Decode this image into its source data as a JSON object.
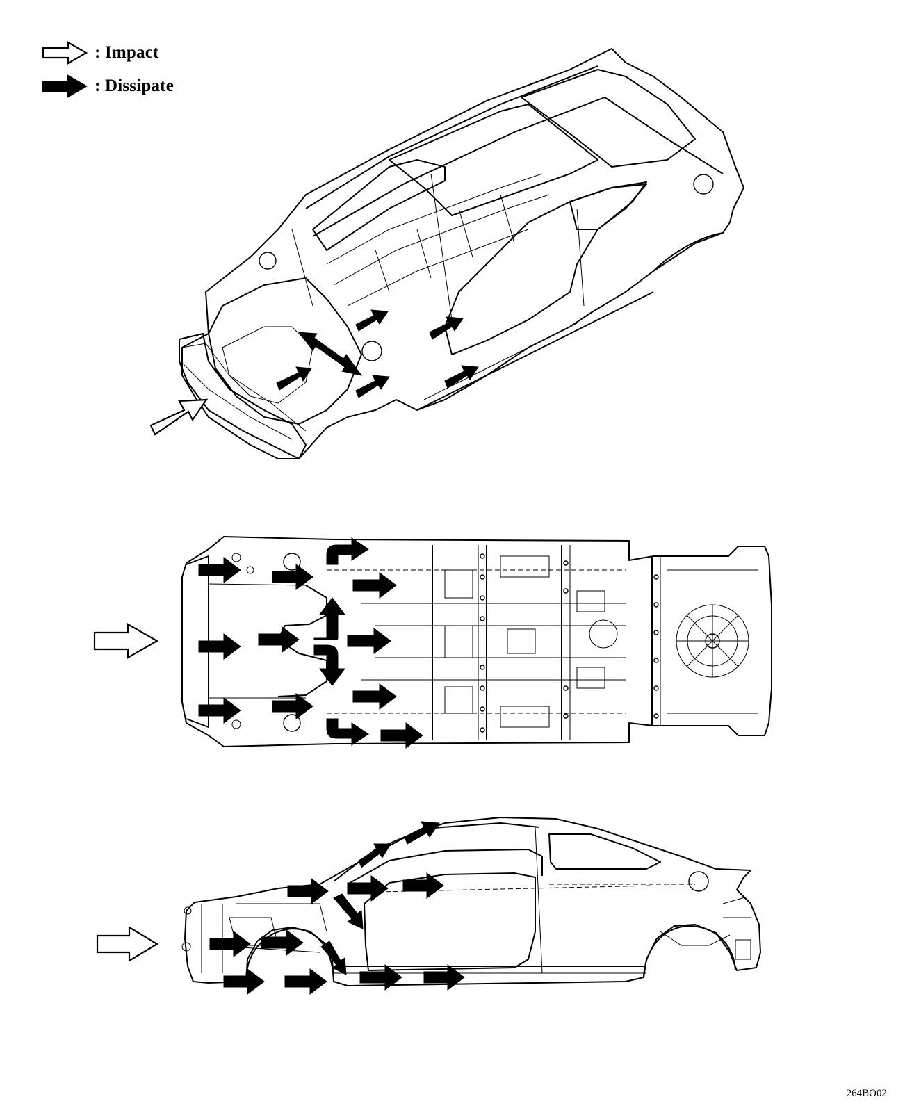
{
  "legend": {
    "impact_label": ":  Impact",
    "dissipate_label": ":  Dissipate",
    "impact_symbol": "hollow-arrow-icon",
    "dissipate_symbol": "solid-arrow-icon"
  },
  "figure_code": "264BO02",
  "colors": {
    "stroke": "#000000",
    "background": "#ffffff"
  }
}
